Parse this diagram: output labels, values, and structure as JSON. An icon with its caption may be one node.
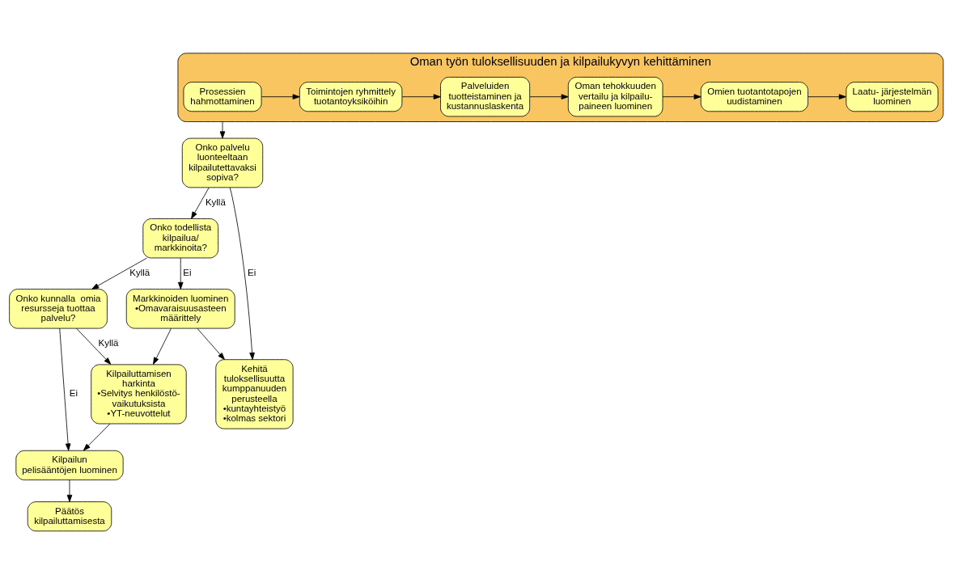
{
  "diagram": {
    "nodes": [
      {
        "text": [
          "Oman työn tuloksellisuuden ja kilpailukyvyn kehittäminen"
        ]
      },
      {
        "text": [
          "Prosessien hahmottaminen"
        ],
        "in": 0
      },
      {
        "text": [
          "Toimintojen ryhmittely tuotantoyksiköihin"
        ],
        "in": 0
      },
      {
        "text": [
          "Palveluiden tuotteistaminen ja kustannuslaskenta"
        ],
        "in": 0
      },
      {
        "text": [
          "Oman tehokkuuden vertailu ja kilpailu- paineen luominen"
        ],
        "in": 0
      },
      {
        "text": [
          "Omien tuotantotapojen uudistaminen"
        ],
        "in": 0
      },
      {
        "text": [
          "Laatu- järjestelmän luominen"
        ],
        "in": 0
      },
      {
        "text": [
          "Onko palvelu luonteeltaan kilpailutettavaksi sopiva?"
        ]
      },
      {
        "text": [
          "Onko todellista kilpailua/ markkinoita?"
        ]
      },
      {
        "text": [
          "Kehitä tuloksellisuutta kumppanuuden perusteella",
          "•kuntayhteistyö",
          "•kolmas sektori"
        ]
      },
      {
        "text": [
          "Onko kunnalla  omia resursseja tuottaa palvelu?"
        ]
      },
      {
        "text": [
          "Markkinoiden luominen",
          "•Omavaraisuusasteen määrittely"
        ]
      },
      {
        "text": [
          "Kilpailuttamisen harkinta",
          "•Selvitys henkilöstö- vaikutuksista",
          "•YT-neuvottelut"
        ]
      },
      {
        "text": [
          "Kilpailun pelisääntöjen luominen"
        ]
      },
      {
        "text": [
          "Päätös kilpailuttamisesta"
        ]
      }
    ],
    "edges": [
      {
        "from": 1,
        "to": 2,
        "arrow": "to"
      },
      {
        "from": 2,
        "to": 3,
        "arrow": "to"
      },
      {
        "from": 3,
        "to": 4,
        "arrow": "to"
      },
      {
        "from": 4,
        "to": 5,
        "arrow": "to"
      },
      {
        "from": 5,
        "to": 6,
        "arrow": "to"
      },
      {
        "from": 0,
        "to": 7,
        "arrow": "to"
      },
      {
        "from": 7,
        "to": 8,
        "arrow": "to",
        "label": "Kyllä"
      },
      {
        "from": 7,
        "to": 9,
        "arrow": "to",
        "label": "Ei"
      },
      {
        "from": 8,
        "to": 10,
        "arrow": "to",
        "label": "Kyllä"
      },
      {
        "from": 8,
        "to": 11,
        "arrow": "to",
        "label": "Ei"
      },
      {
        "from": 10,
        "to": 12,
        "arrow": "to",
        "label": "Kyllä"
      },
      {
        "from": 10,
        "to": 13,
        "arrow": "to",
        "label": "Ei"
      },
      {
        "from": 11,
        "to": 12,
        "arrow": "to"
      },
      {
        "from": 11,
        "to": 9,
        "arrow": "to"
      },
      {
        "from": 12,
        "to": 13,
        "arrow": "to"
      },
      {
        "from": 13,
        "to": 14,
        "arrow": "to"
      }
    ]
  }
}
